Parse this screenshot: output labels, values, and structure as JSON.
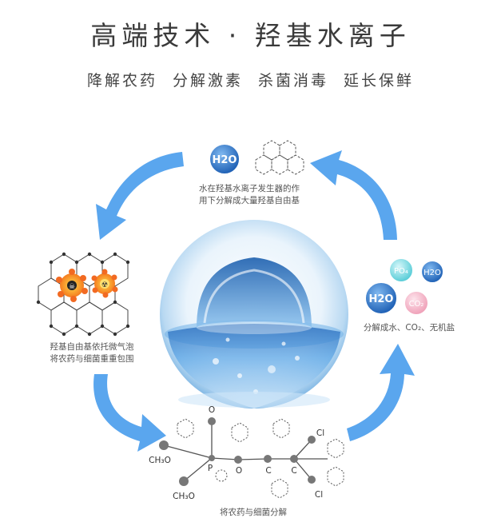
{
  "header": {
    "title": "高端技术 · 羟基水离子",
    "subtitle": "降解农药  分解激素  杀菌消毒  延长保鲜"
  },
  "captions": {
    "top_line1": "水在羟基水离子发生器的作",
    "top_line2": "用下分解成大量羟基自由基",
    "left_line1": "羟基自由基依托微气泡",
    "left_line2": "将农药与细菌重重包围",
    "right": "分解成水、CO₂、无机盐",
    "bottom": "将农药与细菌分解"
  },
  "molecule_labels": {
    "h2o": "H2O",
    "po4": "PO₄",
    "co2": "CO₂",
    "o_top": "O",
    "o_mid": "O",
    "p": "P",
    "c1": "C",
    "c2": "C",
    "cl_top": "Cl",
    "cl_bottom": "Cl",
    "ch3o_1": "CH₃O",
    "ch3o_2": "CH₃O"
  },
  "colors": {
    "arrow": "#5aa6ee",
    "h2o_bubble": "#2b74c9",
    "po4_bubble": "#62d3dc",
    "co2_bubble": "#f3a7bd",
    "virus": "#f26a22"
  }
}
